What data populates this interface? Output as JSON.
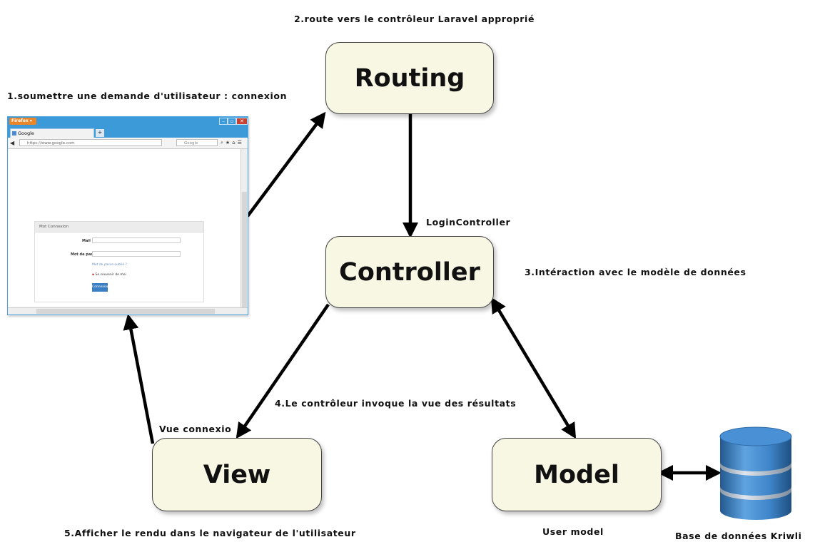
{
  "labels": {
    "step1": "1.soumettre une demande d'utilisateur : connexion",
    "step2": "2.route vers le contrôleur Laravel approprié",
    "step3": "3.Intéraction avec le modèle de données",
    "step4": "4.Le contrôleur invoque la vue des résultats",
    "step5": "5.Afficher le rendu dans le navigateur de l'utilisateur",
    "login_controller": "LoginController",
    "vue_connexion": "Vue connexio",
    "user_model": "User model",
    "database": "Base de données Kriwli"
  },
  "boxes": {
    "routing": "Routing",
    "controller": "Controller",
    "view": "View",
    "model": "Model"
  },
  "browser": {
    "tab_title": "Google",
    "new_tab": "+",
    "url": "https://www.google.com",
    "search_placeholder": "Google",
    "panel_title": "Mot Connexion",
    "field_email": "Mail",
    "field_password": "Mot de passe",
    "forgot_link": "Mot de passe oublié ?",
    "remember": "Se souvenir de moi",
    "submit": "Connexion"
  },
  "colors": {
    "box_fill": "#f7f7e4",
    "box_border": "#444444",
    "arrow": "#000000",
    "db_blue": "#3e84c8",
    "db_dark": "#23598f",
    "browser_frame": "#3c9ad8"
  }
}
